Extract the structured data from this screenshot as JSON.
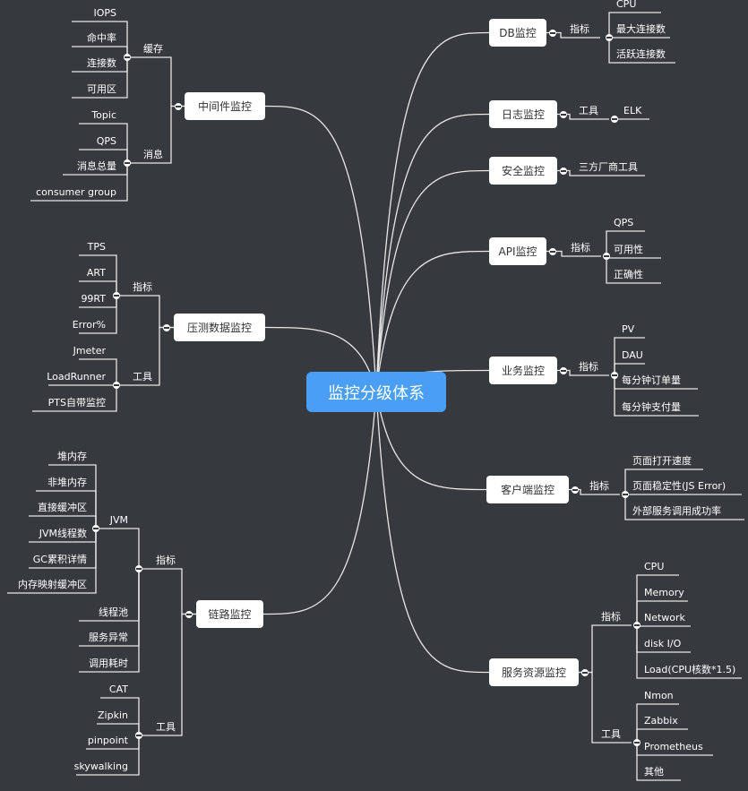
{
  "root": "监控分级体系",
  "left": [
    {
      "key": "middleware",
      "label": "中间件监控",
      "groups": [
        {
          "label": "缓存",
          "items": [
            "IOPS",
            "命中率",
            "连接数",
            "可用区"
          ]
        },
        {
          "label": "消息",
          "items": [
            "Topic",
            "QPS",
            "消息总量",
            "consumer group"
          ]
        }
      ]
    },
    {
      "key": "pressure",
      "label": "压测数据监控",
      "groups": [
        {
          "label": "指标",
          "items": [
            "TPS",
            "ART",
            "99RT",
            "Error%"
          ]
        },
        {
          "label": "工具",
          "items": [
            "Jmeter",
            "LoadRunner",
            "PTS自带监控"
          ]
        }
      ]
    },
    {
      "key": "trace",
      "label": "链路监控",
      "groups": [
        {
          "label": "指标",
          "items": [
            "JVM",
            "线程池",
            "服务异常",
            "调用耗时"
          ],
          "subgroup": {
            "label": "JVM",
            "items": [
              "堆内存",
              "非堆内存",
              "直接缓冲区",
              "JVM线程数",
              "GC累积详情",
              "内存映射缓冲区"
            ]
          }
        },
        {
          "label": "工具",
          "items": [
            "CAT",
            "Zipkin",
            "pinpoint",
            "skywalking"
          ]
        }
      ]
    }
  ],
  "right": [
    {
      "key": "db",
      "label": "DB监控",
      "groups": [
        {
          "label": "指标",
          "items": [
            "CPU",
            "最大连接数",
            "活跃连接数"
          ]
        }
      ]
    },
    {
      "key": "log",
      "label": "日志监控",
      "groups": [
        {
          "label": "工具",
          "items": [
            "ELK"
          ]
        }
      ]
    },
    {
      "key": "security",
      "label": "安全监控",
      "groups": [
        {
          "label": "三方厂商工具",
          "items": []
        }
      ]
    },
    {
      "key": "api",
      "label": "API监控",
      "groups": [
        {
          "label": "指标",
          "items": [
            "QPS",
            "可用性",
            "正确性"
          ]
        }
      ]
    },
    {
      "key": "business",
      "label": "业务监控",
      "groups": [
        {
          "label": "指标",
          "items": [
            "PV",
            "DAU",
            "每分钟订单量",
            "每分钟支付量"
          ]
        }
      ]
    },
    {
      "key": "client",
      "label": "客户端监控",
      "groups": [
        {
          "label": "指标",
          "items": [
            "页面打开速度",
            "页面稳定性(JS Error)",
            "外部服务调用成功率"
          ]
        }
      ]
    },
    {
      "key": "resource",
      "label": "服务资源监控",
      "groups": [
        {
          "label": "指标",
          "items": [
            "CPU",
            "Memory",
            "Network",
            "disk I/O",
            "Load(CPU核数*1.5)"
          ]
        },
        {
          "label": "工具",
          "items": [
            "Nmon",
            "Zabbix",
            "Prometheus",
            "其他"
          ]
        }
      ]
    }
  ]
}
